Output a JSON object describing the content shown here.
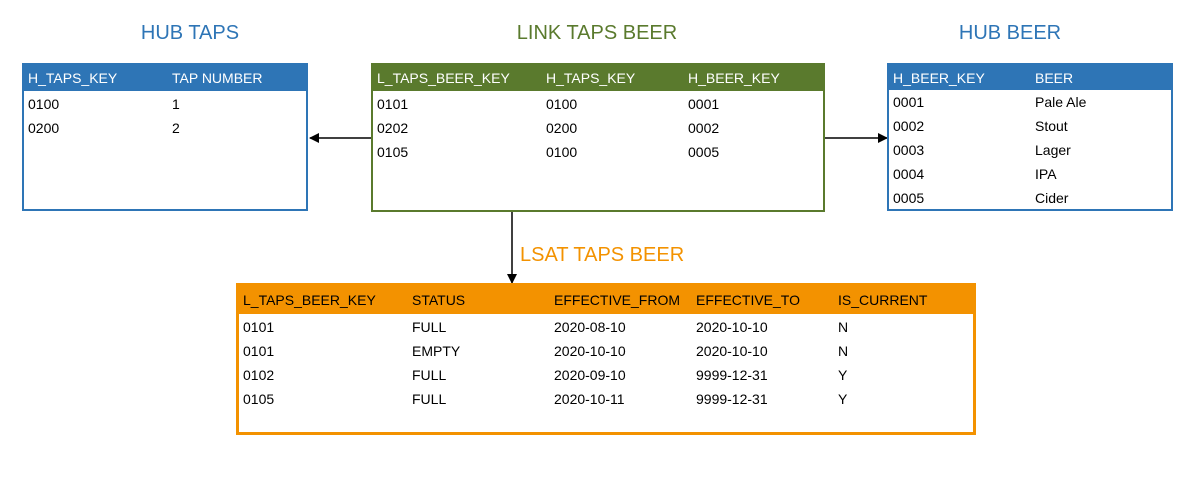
{
  "colors": {
    "hub": "#2E75B6",
    "link": "#5A7A2D",
    "lsat": "#F39200"
  },
  "hub_taps": {
    "title": "HUB TAPS",
    "columns": [
      "H_TAPS_KEY",
      "TAP NUMBER"
    ],
    "rows": [
      [
        "0100",
        "1"
      ],
      [
        "0200",
        "2"
      ]
    ]
  },
  "link_taps_beer": {
    "title": "LINK TAPS BEER",
    "columns": [
      "L_TAPS_BEER_KEY",
      "H_TAPS_KEY",
      "H_BEER_KEY"
    ],
    "rows": [
      [
        "0101",
        "0100",
        "0001"
      ],
      [
        "0202",
        "0200",
        "0002"
      ],
      [
        "0105",
        "0100",
        "0005"
      ]
    ]
  },
  "hub_beer": {
    "title": "HUB BEER",
    "columns": [
      "H_BEER_KEY",
      "BEER"
    ],
    "rows": [
      [
        "0001",
        "Pale Ale"
      ],
      [
        "0002",
        "Stout"
      ],
      [
        "0003",
        "Lager"
      ],
      [
        "0004",
        "IPA"
      ],
      [
        "0005",
        "Cider"
      ]
    ]
  },
  "lsat_taps_beer": {
    "title": "LSAT TAPS BEER",
    "columns": [
      "L_TAPS_BEER_KEY",
      "STATUS",
      "EFFECTIVE_FROM",
      "EFFECTIVE_TO",
      "IS_CURRENT"
    ],
    "rows": [
      [
        "0101",
        "FULL",
        "2020-08-10",
        "2020-10-10",
        "N"
      ],
      [
        "0101",
        "EMPTY",
        "2020-10-10",
        "2020-10-10",
        "N"
      ],
      [
        "0102",
        "FULL",
        "2020-09-10",
        "9999-12-31",
        "Y"
      ],
      [
        "0105",
        "FULL",
        "2020-10-11",
        "9999-12-31",
        "Y"
      ]
    ]
  }
}
